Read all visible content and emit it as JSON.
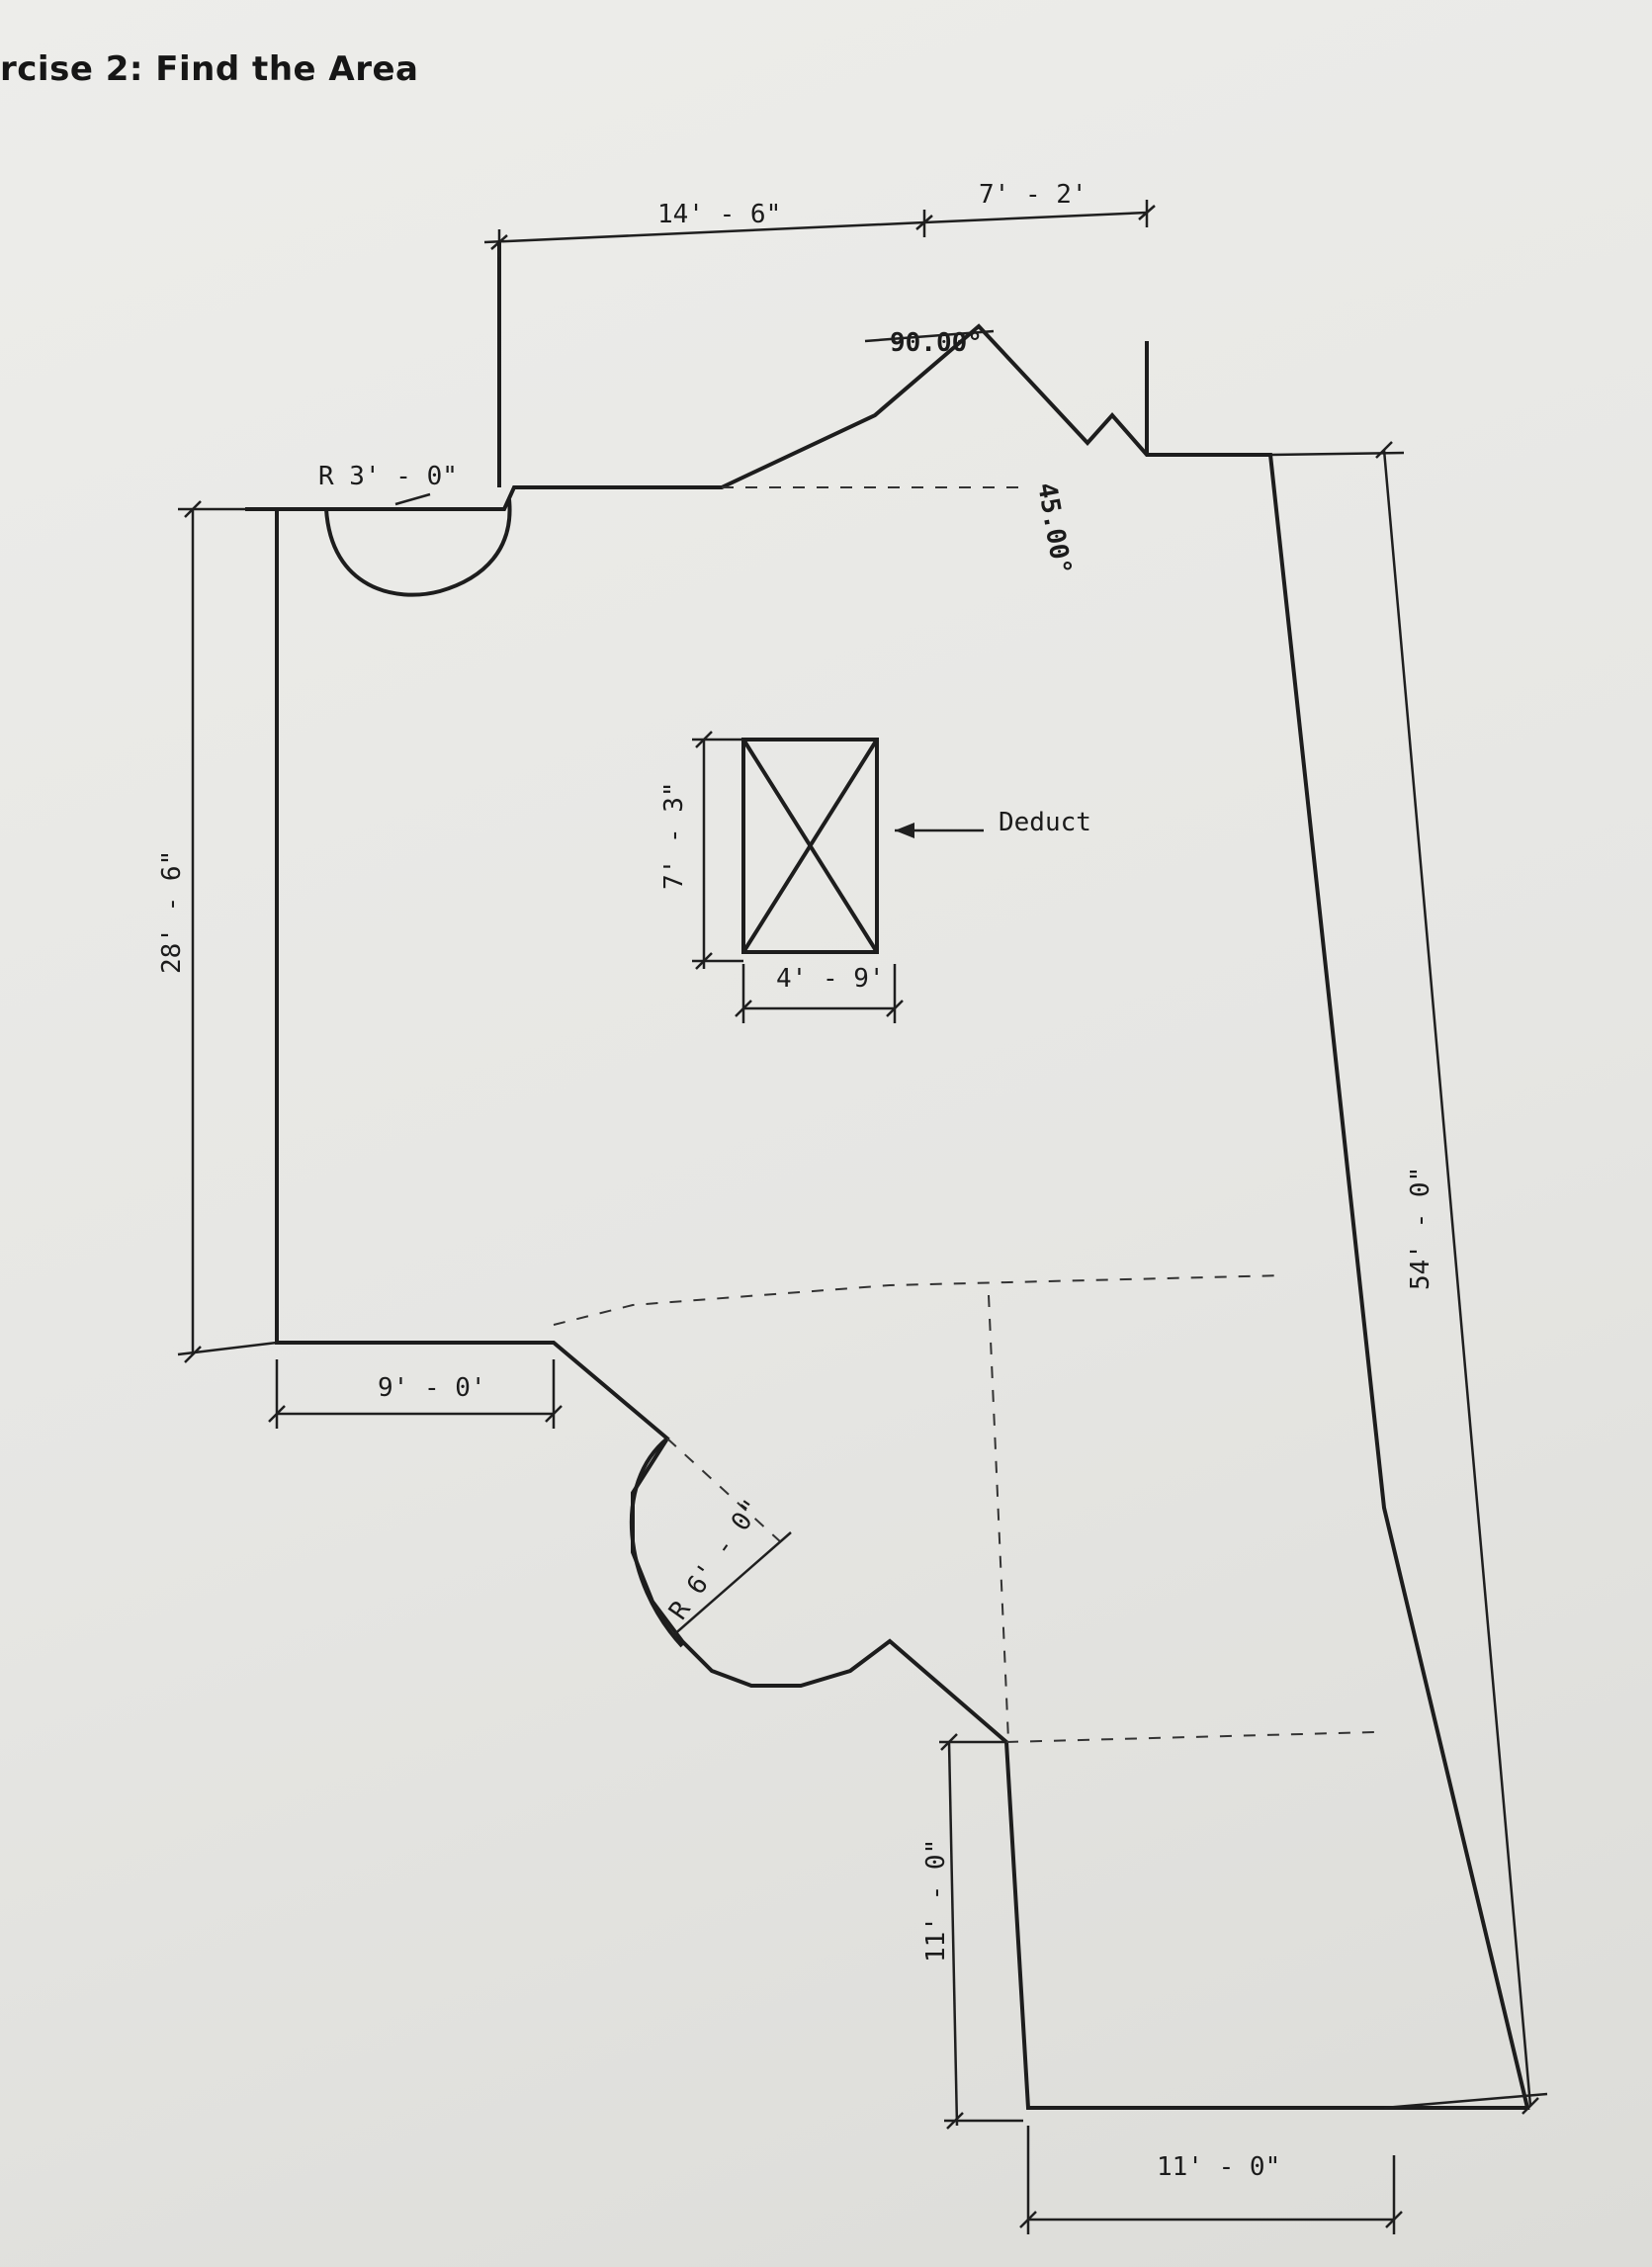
{
  "header": {
    "title": "rcise 2: Find the Area"
  },
  "dimensions": {
    "top_left_width": "14' - 6\"",
    "top_right_width": "7' - 2'",
    "left_height": "28' - 6\"",
    "bottom_left_width": "9' - 0'",
    "right_height": "54' - 0\"",
    "lower_left_height": "11' - 0\"",
    "bottom_width": "11' - 0\"",
    "deduct_height": "7' - 3\"",
    "deduct_width": "4' - 9'"
  },
  "angles": {
    "apex_angle": "90.00°",
    "corner_angle": "45.00°"
  },
  "radii": {
    "small_radius": "R 3' - 0\"",
    "large_radius": "R 6' - 0\""
  },
  "annotations": {
    "deduct_label": "Deduct"
  }
}
